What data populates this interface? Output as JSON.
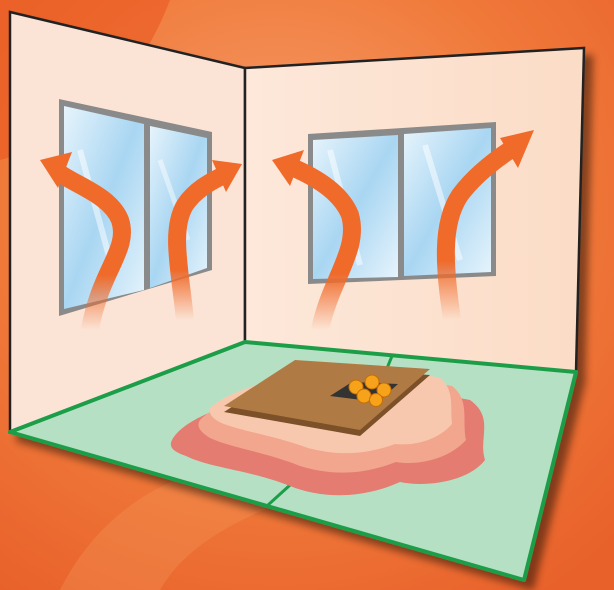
{
  "colors": {
    "background_light": "#f6a070",
    "background_mid": "#f07a3a",
    "background_dark": "#e8602a",
    "wall_left": "#fbe4d6",
    "wall_right": "#fde8da",
    "outline": "#222222",
    "floor": "#b6e0c4",
    "floor_border": "#1e9e4a",
    "window_frame": "#8a8a8a",
    "glass_light": "#e6f4fc",
    "glass_blue": "#a9d6f2",
    "heat_arrow": "#f06a2a",
    "rug_outer": "#e47c72",
    "rug_mid": "#f2a68e",
    "rug_inner": "#f8c8ae",
    "table_top": "#b07a44",
    "table_edge": "#7c5028",
    "tray": "#333333",
    "mandarin": "#f6a21a"
  },
  "scene": {
    "left_window_panes": 2,
    "right_window_panes": 2,
    "heat_arrows": 4,
    "mandarin_oranges": 5
  }
}
